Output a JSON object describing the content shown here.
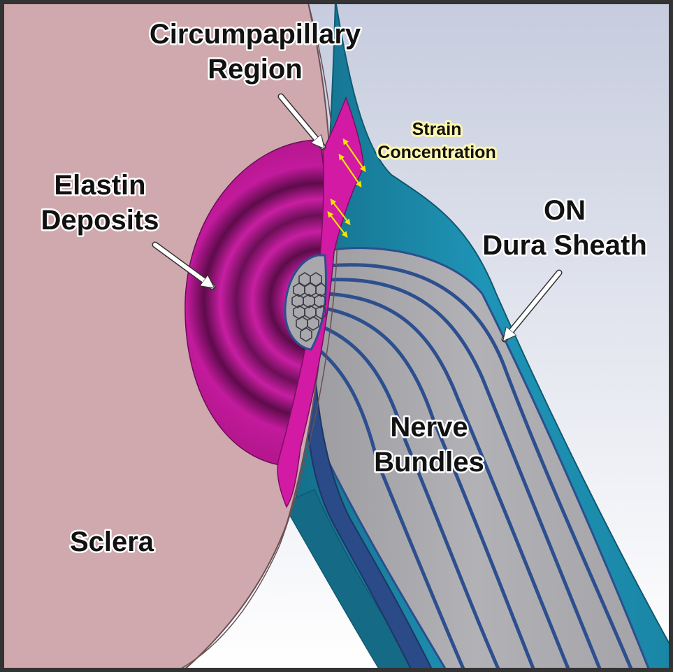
{
  "labels": {
    "circumpapillary_line1": "Circumpapillary",
    "circumpapillary_line2": "Region",
    "strain_line1": "Strain",
    "strain_line2": "Concentration",
    "elastin_line1": "Elastin",
    "elastin_line2": "Deposits",
    "on_line1": "ON",
    "on_line2": "Dura Sheath",
    "nerve_line1": "Nerve",
    "nerve_line2": "Bundles",
    "sclera": "Sclera"
  },
  "colors": {
    "frame": "#333333",
    "background_top": "#c9cfe0",
    "background_bottom": "#ffffff",
    "sclera": "#cfa9ae",
    "sclera_dark": "#b8929a",
    "elastin": "#c21a9c",
    "elastin_dark": "#5a0c48",
    "circumpapillary": "#d21aa4",
    "dura_sheath": "#1f8fb0",
    "dura_dark": "#156a85",
    "nerve_bundle": "#a7a7aa",
    "nerve_septa": "#2d4f8e",
    "arrow": "#ffffff",
    "strain_arrow": "#f5e400"
  },
  "icons": {
    "annotation_arrow": "white-arrow-icon",
    "strain_arrow": "double-headed-arrow-icon"
  }
}
